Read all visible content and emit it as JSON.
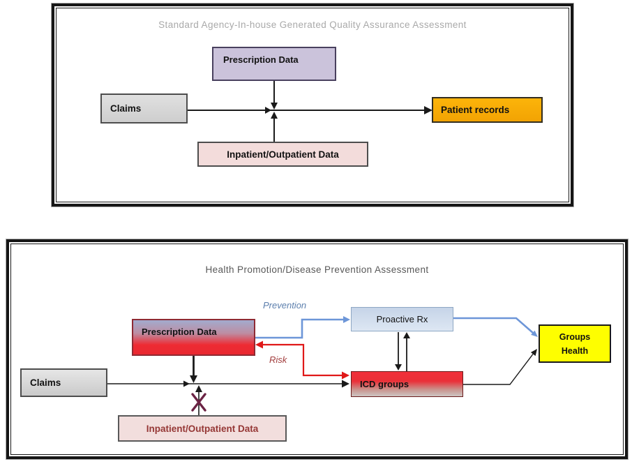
{
  "panels": [
    {
      "title": "Standard Agency-In-house Generated Quality Assurance Assessment",
      "nodes": {
        "prescription": {
          "label": "Prescription Data"
        },
        "claims": {
          "label": "Claims"
        },
        "patient_records": {
          "label": "Patient records"
        },
        "inpatient": {
          "label": "Inpatient/Outpatient Data"
        }
      }
    },
    {
      "title": "Health Promotion/Disease Prevention Assessment",
      "nodes": {
        "prescription": {
          "label": "Prescription Data"
        },
        "claims": {
          "label": "Claims"
        },
        "proactive_rx": {
          "label": "Proactive Rx"
        },
        "icd_groups": {
          "label": "ICD groups"
        },
        "groups_health": {
          "line1": "Groups",
          "line2": "Health"
        },
        "inpatient": {
          "label": "Inpatient/Outpatient Data"
        }
      },
      "edge_labels": {
        "prevention": "Prevention",
        "risk": "Risk"
      }
    }
  ],
  "colors": {
    "prevention_arrow_blue": "#6d96d8",
    "risk_arrow_red": "#e01818",
    "black_line": "#1a1a1a",
    "blocked_x_maroon": "#6b2344",
    "patient_records_orange": "#f9ad05",
    "groups_health_yellow": "#fefe00",
    "prescription_lavender": "#cbc3db",
    "inpatient_pink": "#f2dedd",
    "claims_gray": "#d6d6d6",
    "gradient_red": "#ee2b33",
    "proactive_blue": "#c6d4e8"
  }
}
